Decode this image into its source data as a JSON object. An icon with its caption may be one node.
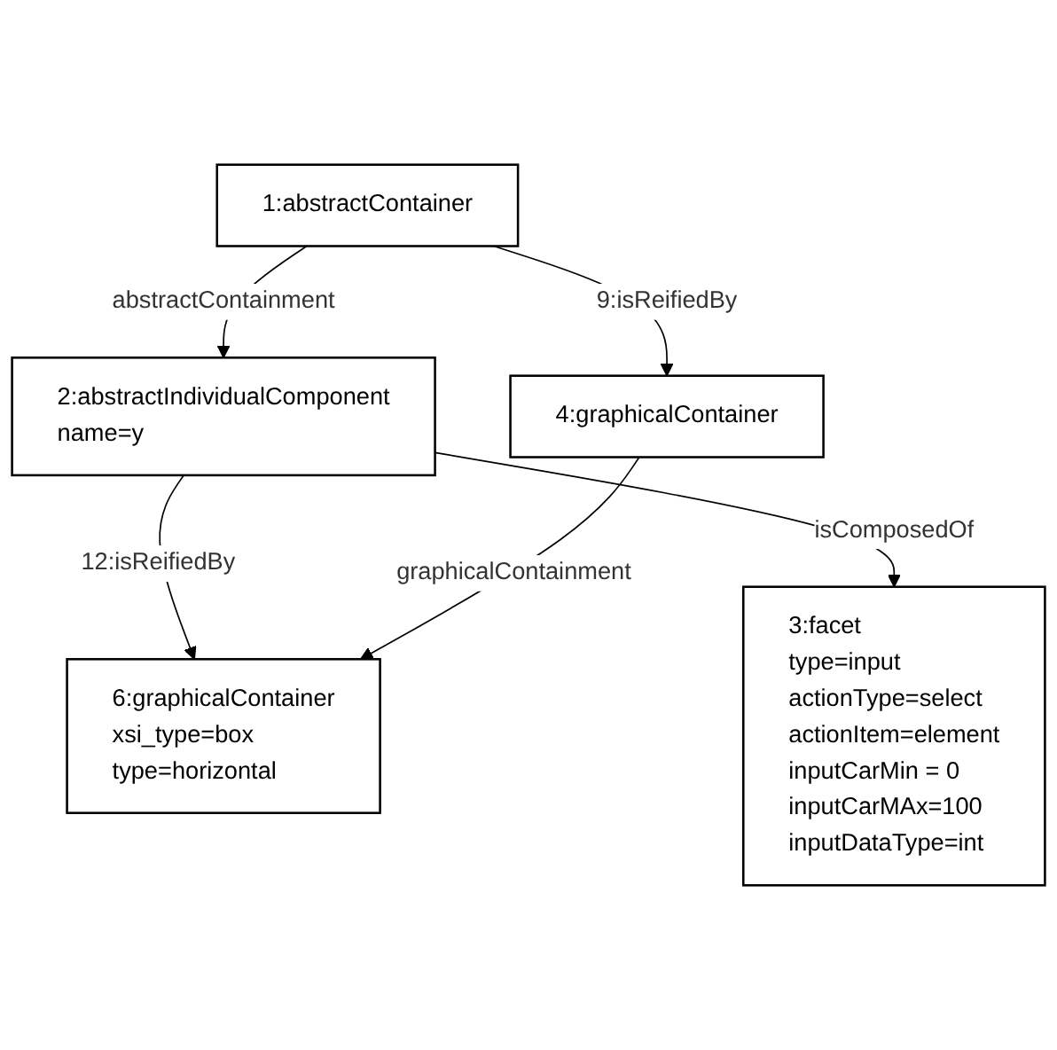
{
  "diagram": {
    "nodes": [
      {
        "text": [
          "1:abstractContainer"
        ]
      },
      {
        "text": [
          "2:abstractIndividualComponent",
          "name=y"
        ]
      },
      {
        "text": [
          "3:facet",
          "type=input",
          "actionType=select",
          "actionItem=element",
          "inputCarMin = 0",
          "inputCarMAx=100",
          "inputDataType=int"
        ]
      },
      {
        "text": [
          "4:graphicalContainer"
        ]
      },
      {
        "text": [
          "6:graphicalContainer",
          "xsi_type=box",
          "type=horizontal"
        ]
      }
    ],
    "edges": [
      {
        "from": 0,
        "to": 1,
        "arrow": "to",
        "label": "abstractContainment"
      },
      {
        "from": 0,
        "to": 3,
        "arrow": "to",
        "label": "9:isReifiedBy"
      },
      {
        "from": 1,
        "to": 4,
        "arrow": "to",
        "label": "12:isReifiedBy"
      },
      {
        "from": 1,
        "to": 2,
        "arrow": "to",
        "label": "isComposedOf"
      },
      {
        "from": 3,
        "to": 4,
        "arrow": "to",
        "label": "graphicalContainment"
      }
    ]
  }
}
